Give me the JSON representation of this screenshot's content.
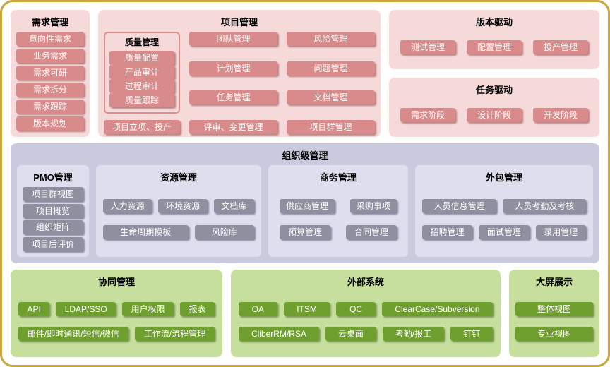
{
  "sections": {
    "requirements": {
      "title": "需求管理",
      "items": [
        "意向性需求",
        "业务需求",
        "需求可研",
        "需求拆分",
        "需求跟踪",
        "版本规划"
      ]
    },
    "project": {
      "title": "项目管理",
      "quality": {
        "title": "质量管理",
        "items": [
          "质量配置",
          "产品审计",
          "过程审计",
          "质量跟踪"
        ]
      },
      "initiation": "项目立项、投产",
      "col2": [
        "团队管理",
        "计划管理",
        "任务管理",
        "评审、变更管理"
      ],
      "col3": [
        "风险管理",
        "问题管理",
        "文档管理",
        "项目群管理"
      ]
    },
    "version_driven": {
      "title": "版本驱动",
      "items": [
        "测试管理",
        "配置管理",
        "投产管理"
      ]
    },
    "task_driven": {
      "title": "任务驱动",
      "items": [
        "需求阶段",
        "设计阶段",
        "开发阶段"
      ]
    },
    "organization": {
      "title": "组织级管理",
      "pmo": {
        "title": "PMO管理",
        "items": [
          "项目群视图",
          "项目概览",
          "组织矩阵",
          "项目后评价"
        ]
      },
      "resource": {
        "title": "资源管理",
        "row1": [
          "人力资源",
          "环境资源",
          "文档库"
        ],
        "row2": [
          "生命周期模板",
          "风险库"
        ]
      },
      "business": {
        "title": "商务管理",
        "row1": [
          "供应商管理",
          "采购事项"
        ],
        "row2": [
          "预算管理",
          "合同管理"
        ]
      },
      "outsourcing": {
        "title": "外包管理",
        "row1": [
          "人员信息管理",
          "人员考勤及考核"
        ],
        "row2": [
          "招聘管理",
          "面试管理",
          "录用管理"
        ]
      }
    },
    "collaboration": {
      "title": "协同管理",
      "row1": [
        "API",
        "LDAP/SSO",
        "用户权限",
        "报表"
      ],
      "row2": [
        "邮件/即时通讯/短信/微信",
        "工作流/流程管理"
      ]
    },
    "external": {
      "title": "外部系统",
      "row1": [
        "OA",
        "ITSM",
        "QC",
        "ClearCase/Subversion"
      ],
      "row2": [
        "CliberRM/RSA",
        "云桌面",
        "考勤/报工",
        "钉钉"
      ]
    },
    "display": {
      "title": "大屏展示",
      "items": [
        "整体视图",
        "专业视图"
      ]
    }
  },
  "colors": {
    "border_gold": "#C9A43B",
    "pink_bg": "#F6D9D9",
    "pink_btn": "#D98B8B",
    "quality_border": "#DE9090",
    "purple_bg": "#CACADE",
    "purple_panel": "#DEDEEF",
    "gray_btn": "#8F8FA0",
    "green_bg": "#C6DF9D",
    "green_btn": "#6FA02F"
  }
}
